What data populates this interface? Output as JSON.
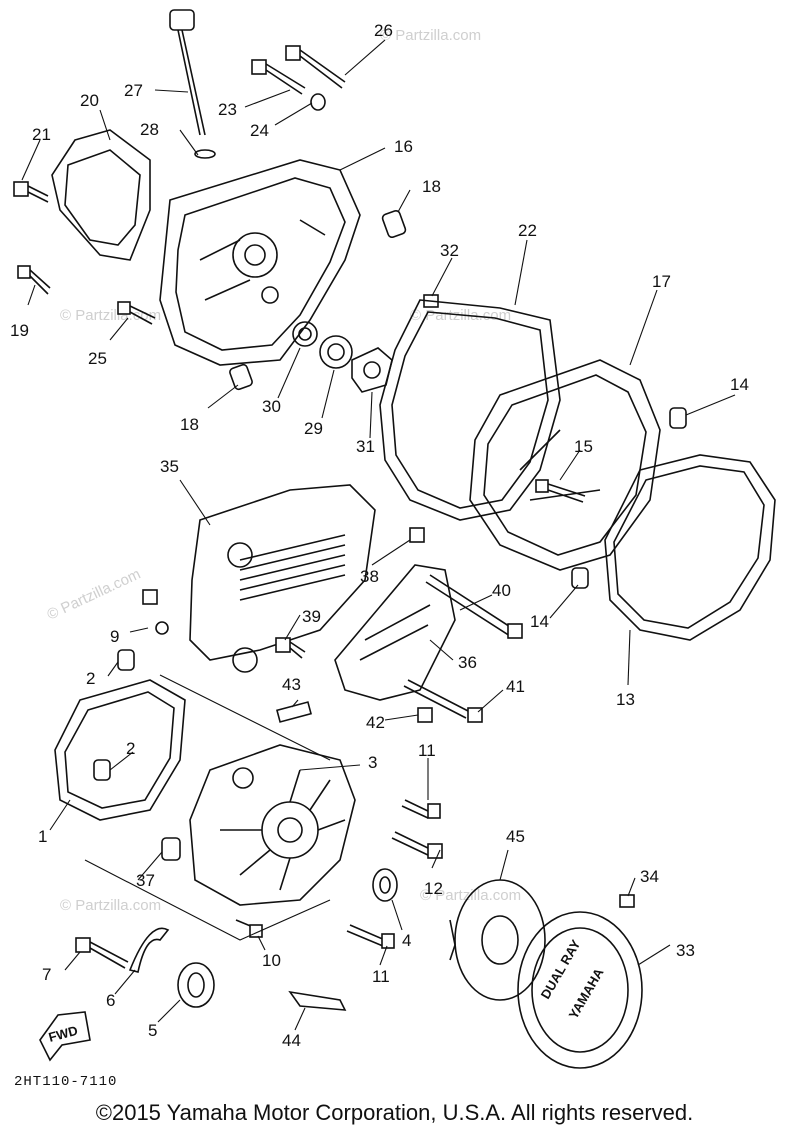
{
  "watermark": "© Partzilla.com",
  "callouts": [
    "1",
    "2",
    "2",
    "3",
    "4",
    "5",
    "6",
    "7",
    "9",
    "10",
    "11",
    "11",
    "12",
    "13",
    "14",
    "14",
    "15",
    "16",
    "17",
    "18",
    "18",
    "19",
    "20",
    "21",
    "22",
    "23",
    "24",
    "25",
    "26",
    "27",
    "28",
    "29",
    "30",
    "31",
    "32",
    "33",
    "34",
    "35",
    "36",
    "37",
    "38",
    "39",
    "40",
    "41",
    "42",
    "43",
    "44",
    "45"
  ],
  "stamps": {
    "fwd": "FWD",
    "cover_text_1": "DUAL RAY",
    "cover_text_2": "YAMAHA"
  },
  "drawing_code": "2HT110-7110",
  "copyright": "©2015  Yamaha Motor Corporation, U.S.A. All rights reserved."
}
